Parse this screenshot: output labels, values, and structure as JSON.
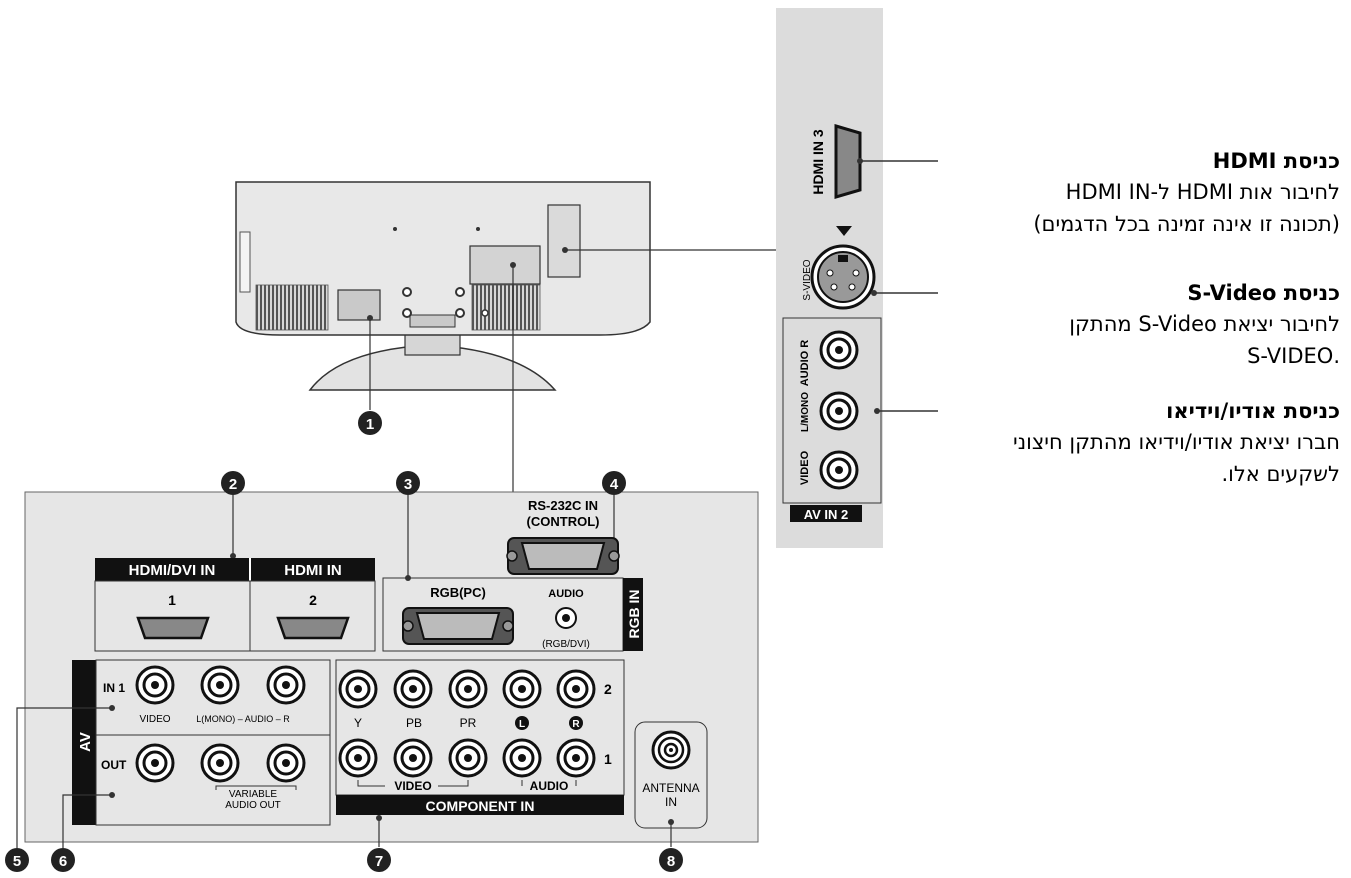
{
  "callouts": {
    "n1": "1",
    "n2": "2",
    "n3": "3",
    "n4": "4",
    "n5": "5",
    "n6": "6",
    "n7": "7",
    "n8": "8"
  },
  "panel": {
    "hdmi_dvi_in": "HDMI/DVI IN",
    "hdmi_in": "HDMI IN",
    "port1_num": "1",
    "port2_num": "2",
    "rs232_line1": "RS-232C IN",
    "rs232_line2": "(CONTROL)",
    "rgb_pc": "RGB(PC)",
    "audio": "AUDIO",
    "rgb_dvi": "(RGB/DVI)",
    "rgb_in": "RGB IN",
    "av": "AV",
    "in1": "IN 1",
    "out": "OUT",
    "video": "VIDEO",
    "audio_lr": "L(MONO) – AUDIO – R",
    "variable_1": "VARIABLE",
    "variable_2": "AUDIO OUT",
    "y": "Y",
    "pb": "PB",
    "pr": "PR",
    "l": "L",
    "r": "R",
    "comp_row2": "2",
    "comp_row1": "1",
    "comp_video": "VIDEO",
    "comp_audio": "AUDIO",
    "component_in": "COMPONENT IN",
    "antenna_1": "ANTENNA",
    "antenna_2": "IN"
  },
  "side_panel": {
    "hdmi_in_3": "HDMI IN 3",
    "s_video": "S-VIDEO",
    "audio_r": "AUDIO R",
    "audio_l_mono": "L/MONO",
    "video": "VIDEO",
    "av_in_2": "AV IN 2"
  },
  "descriptions": {
    "hdmi": {
      "title": "כניסת HDMI",
      "line1": "לחיבור אות HDMI ל-HDMI IN",
      "line2": "(תכונה זו אינה זמינה בכל הדגמים)"
    },
    "svideo": {
      "title": "כניסת S-Video",
      "line1": "לחיבור יציאת S-Video מהתקן",
      "line2": ".S-VIDEO"
    },
    "av": {
      "title": "כניסת אודיו/וידיאו",
      "line1": "חברו יציאת אודיו/וידיאו מהתקן חיצוני",
      "line2": "לשקעים אלו."
    }
  }
}
